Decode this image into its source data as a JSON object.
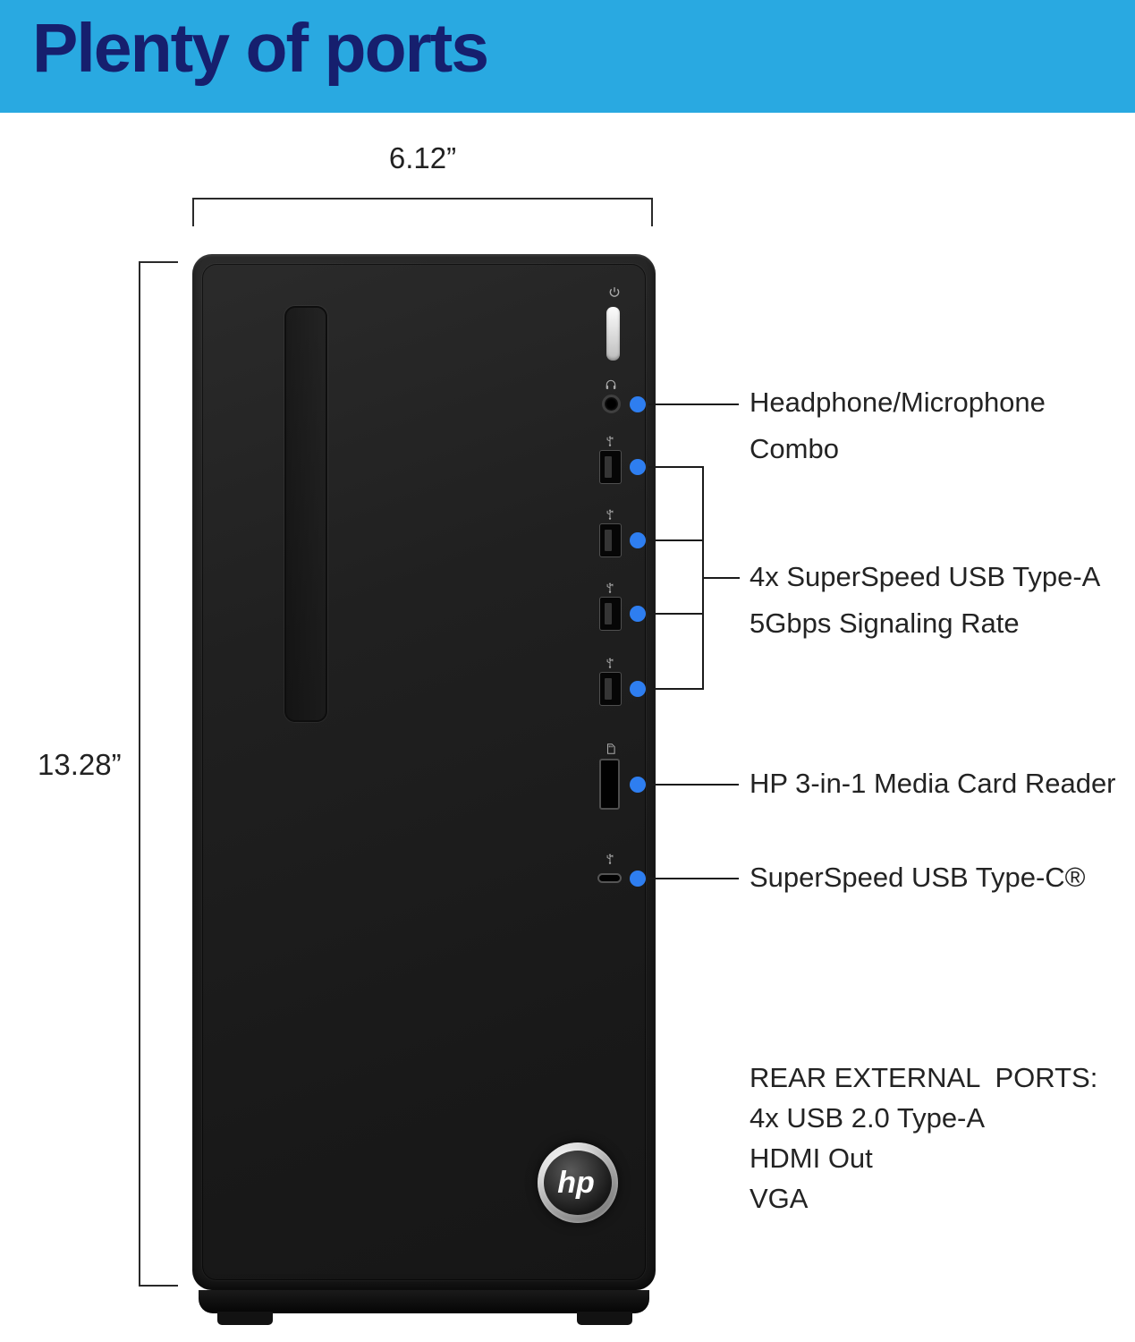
{
  "header": {
    "title": "Plenty of ports"
  },
  "dims": {
    "width": "6.12”",
    "height": "13.28”"
  },
  "logo": {
    "text": "hp"
  },
  "icons": {
    "power": "power-symbol",
    "headphone": "headphone-glyph",
    "usb": "usb-trident",
    "sd_card": "sd-card-glyph",
    "usb_c": "usb-trident"
  },
  "callouts": {
    "headphone": {
      "line1": "Headphone/Microphone",
      "line2": "Combo"
    },
    "usb_a": {
      "line1": "4x SuperSpeed USB Type-A",
      "line2": "5Gbps Signaling Rate"
    },
    "card_reader": {
      "line1": "HP 3-in-1 Media Card Reader"
    },
    "usb_c": {
      "line1": "SuperSpeed USB Type-C®"
    }
  },
  "rear": {
    "line1": "REAR EXTERNAL  PORTS:",
    "line2": "4x USB 2.0 Type-A",
    "line3": "HDMI Out",
    "line4": "VGA"
  },
  "colors": {
    "header_bg": "#29A9E1",
    "header_text": "#161F6E",
    "accent_dot": "#2E7EF0",
    "body_text": "#232323",
    "tower": "#1d1d1d"
  }
}
